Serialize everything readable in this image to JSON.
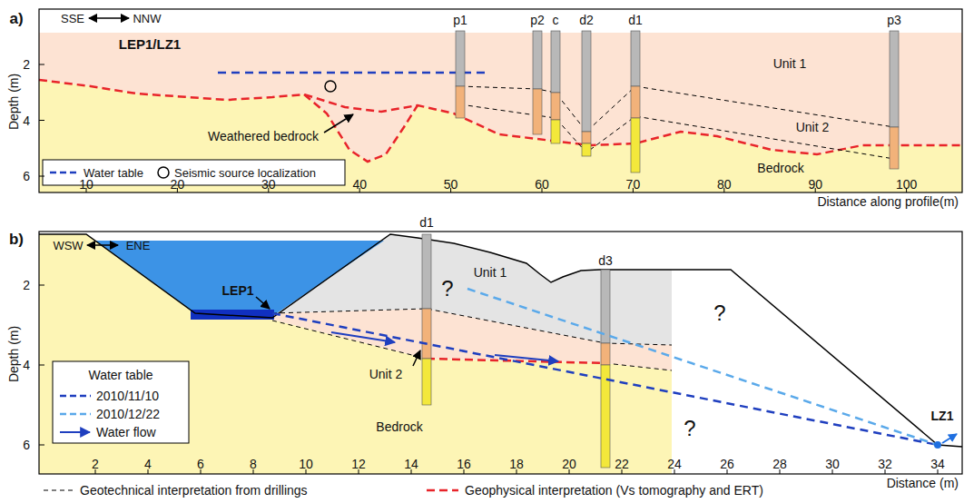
{
  "diagram": {
    "labels": [
      "a)",
      "SSE",
      "NNW",
      "p1",
      "p2",
      "c",
      "d2",
      "d1",
      "p3",
      "LEP1/LZ1",
      "Unit 1",
      "Unit 2",
      "Weathered bedrock",
      "Bedrock",
      "Depth (m)",
      "2",
      "4",
      "6",
      "10",
      "20",
      "30",
      "40",
      "50",
      "60",
      "70",
      "80",
      "90",
      "100",
      "Distance along profile(m)",
      "b)",
      "WSW",
      "ENE",
      "d1",
      "d3",
      "LEP1",
      "Unit 1",
      "?",
      "?",
      "?",
      "Unit 2",
      "Bedrock",
      "LZ1",
      "Water table",
      "Depth (m)",
      "2",
      "4",
      "6",
      "2",
      "4",
      "6",
      "8",
      "10",
      "12",
      "14",
      "16",
      "18",
      "20",
      "22",
      "24",
      "26",
      "28",
      "30",
      "32",
      "34",
      "Distance (m)"
    ],
    "legend": [
      {
        "text": "Water table"
      },
      {
        "text": "Seismic source localization"
      },
      {
        "text": "2010/11/10"
      },
      {
        "text": "2010/12/22"
      },
      {
        "text": "Water flow"
      },
      {
        "text": "Geotechnical interpretation from drillings"
      },
      {
        "text": "Geophysical interpretation (Vs tomography and ERT)"
      }
    ]
  }
}
